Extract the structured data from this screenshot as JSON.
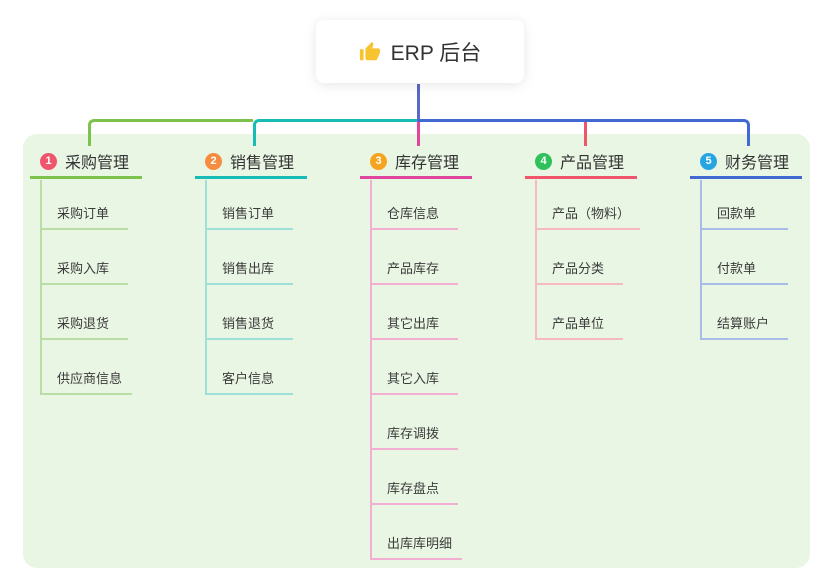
{
  "root": {
    "title": "ERP 后台",
    "icon": "thumbs-up-icon",
    "icon_color": "#f7c430",
    "card_bg": "#ffffff",
    "connector_color": "#5a68c6"
  },
  "panel": {
    "bg": "#e9f6e4"
  },
  "branches": [
    {
      "num": "1",
      "label": "采购管理",
      "badge_color": "#f0566b",
      "line_color": "#7cc24b",
      "light_color": "#b9dda4",
      "children": [
        "采购订单",
        "采购入库",
        "采购退货",
        "供应商信息"
      ]
    },
    {
      "num": "2",
      "label": "销售管理",
      "badge_color": "#f68c3f",
      "line_color": "#17bcb4",
      "light_color": "#9fdfd9",
      "children": [
        "销售订单",
        "销售出库",
        "销售退货",
        "客户信息"
      ]
    },
    {
      "num": "3",
      "label": "库存管理",
      "badge_color": "#f6a41f",
      "line_color": "#e1469f",
      "light_color": "#f2aed3",
      "children": [
        "仓库信息",
        "产品库存",
        "其它出库",
        "其它入库",
        "库存调拨",
        "库存盘点",
        "出库库明细"
      ]
    },
    {
      "num": "4",
      "label": "产品管理",
      "badge_color": "#2ec15c",
      "line_color": "#f1556c",
      "light_color": "#f8b8bf",
      "children": [
        "产品（物料）",
        "产品分类",
        "产品单位"
      ]
    },
    {
      "num": "5",
      "label": "财务管理",
      "badge_color": "#27a5e2",
      "line_color": "#4169d2",
      "light_color": "#a7bce9",
      "children": [
        "回款单",
        "付款单",
        "结算账户"
      ]
    }
  ]
}
